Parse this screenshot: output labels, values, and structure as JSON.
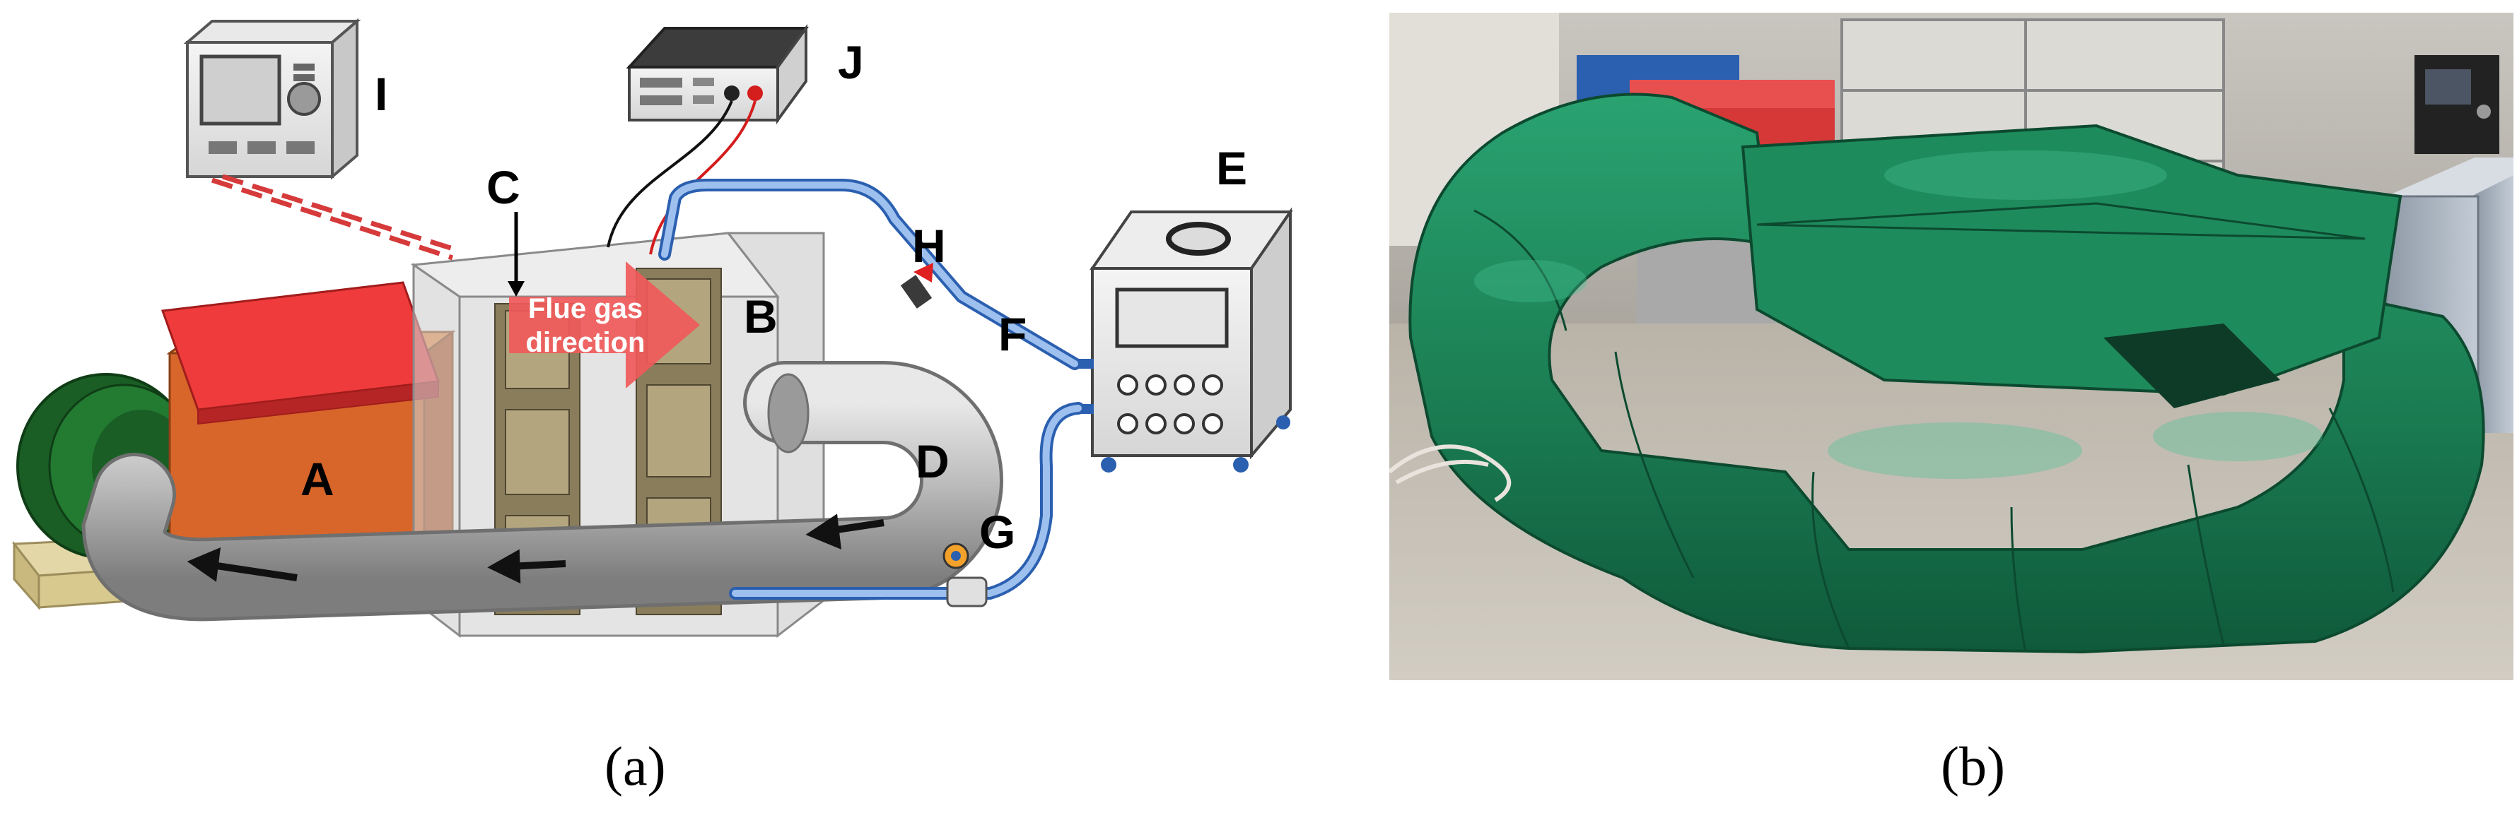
{
  "panel_a": {
    "caption": "(a)",
    "component_labels": {
      "A": "A",
      "B": "B",
      "C": "C",
      "D": "D",
      "E": "E",
      "F": "F",
      "G": "G",
      "H": "H",
      "I": "I",
      "J": "J"
    },
    "flow_arrow_text_line1": "Flue gas",
    "flow_arrow_text_line2": "direction"
  },
  "panel_b": {
    "caption": "(b)"
  },
  "colors": {
    "heater_top": "#ef3b3b",
    "heater_body": "#d8662a",
    "fan": "#1f6e2a",
    "pipe": "#b8b8b8",
    "box": "#d9d9d9",
    "hose": "#5b8fd6",
    "insulation_green": "#1f8a5a",
    "arrow_red": "#f05a5a"
  }
}
